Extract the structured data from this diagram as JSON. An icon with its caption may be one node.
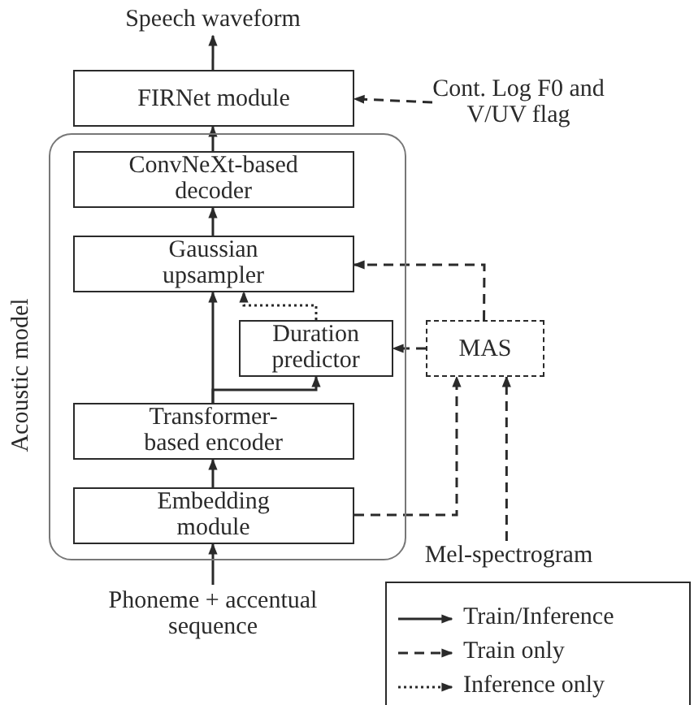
{
  "diagram": {
    "nodes": [
      {
        "text": [
          "Speech waveform"
        ]
      },
      {
        "text": [
          "FIRNet module"
        ]
      },
      {
        "text": [
          "Cont. Log F0 and V/UV flag"
        ]
      },
      {
        "text": [
          "Acoustic model"
        ]
      },
      {
        "text": [
          "ConvNeXt-based decoder"
        ],
        "in": 3
      },
      {
        "text": [
          "Gaussian upsampler"
        ],
        "in": 3
      },
      {
        "text": [
          "Duration predictor"
        ],
        "in": 3
      },
      {
        "text": [
          "MAS"
        ]
      },
      {
        "text": [
          "Transformer-based encoder"
        ],
        "in": 3
      },
      {
        "text": [
          "Embedding module"
        ],
        "in": 3
      },
      {
        "text": [
          "Mel-spectrogram"
        ]
      },
      {
        "text": [
          "Phoneme + accentual sequence"
        ]
      }
    ],
    "edges": [
      {
        "from": 11,
        "to": 9,
        "arrow": "to"
      },
      {
        "from": 9,
        "to": 8,
        "arrow": "to"
      },
      {
        "from": 8,
        "to": 5,
        "arrow": "to"
      },
      {
        "from": 8,
        "to": 6,
        "arrow": "to"
      },
      {
        "from": 6,
        "to": 5,
        "arrow": "to",
        "style": "dashed"
      },
      {
        "from": 7,
        "to": 6,
        "arrow": "to",
        "style": "dashed"
      },
      {
        "from": 7,
        "to": 5,
        "arrow": "to",
        "style": "dashed"
      },
      {
        "from": 9,
        "to": 7,
        "arrow": "to",
        "style": "dashed"
      },
      {
        "from": 10,
        "to": 7,
        "arrow": "to",
        "style": "dashed"
      },
      {
        "from": 5,
        "to": 4,
        "arrow": "to"
      },
      {
        "from": 4,
        "to": 1,
        "arrow": "to"
      },
      {
        "from": 1,
        "to": 0,
        "arrow": "to"
      },
      {
        "from": 2,
        "to": 1,
        "arrow": "to",
        "style": "dashed"
      }
    ],
    "legend": [
      {
        "text": "Train/Inference"
      },
      {
        "text": "Train only"
      },
      {
        "text": "Inference only"
      }
    ]
  }
}
